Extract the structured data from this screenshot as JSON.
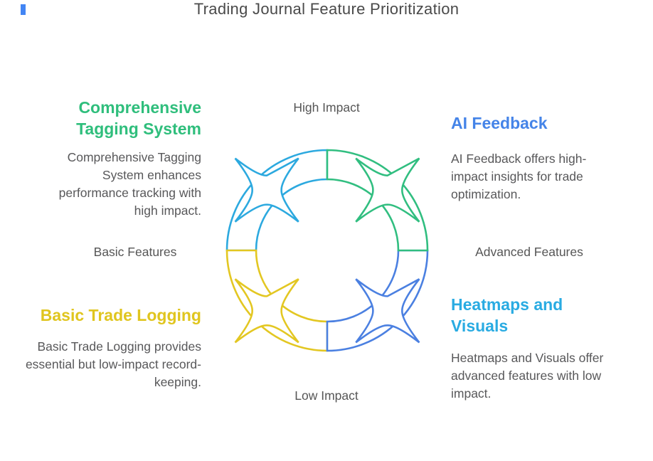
{
  "title": "Trading Journal Feature Prioritization",
  "axis": {
    "top": "High Impact",
    "bottom": "Low Impact",
    "left": "Basic Features",
    "right": "Advanced Features"
  },
  "quadrants": [
    {
      "id": "top-left",
      "heading": "Comprehensive Tagging System",
      "description": "Comprehensive Tagging System enhances performance tracking with high impact.",
      "color": "#2FBE7C"
    },
    {
      "id": "top-right",
      "heading": "AI Feedback",
      "description": "AI Feedback offers high-impact insights for trade optimization.",
      "color": "#4584E8"
    },
    {
      "id": "bottom-left",
      "heading": "Basic Trade Logging",
      "description": "Basic Trade Logging provides essential but low-impact record-keeping.",
      "color": "#E0C51E"
    },
    {
      "id": "bottom-right",
      "heading": "Heatmaps and Visuals",
      "description": "Heatmaps and Visuals offer advanced features with low impact.",
      "color": "#29ABE2"
    }
  ],
  "cycle": {
    "segments": [
      {
        "position": "top-right",
        "color": "#31BE80"
      },
      {
        "position": "bottom-right",
        "color": "#4B80E1"
      },
      {
        "position": "bottom-left",
        "color": "#E3C722"
      },
      {
        "position": "top-left",
        "color": "#2CA9DF"
      }
    ]
  },
  "accent_bar_color": "#4285F4"
}
